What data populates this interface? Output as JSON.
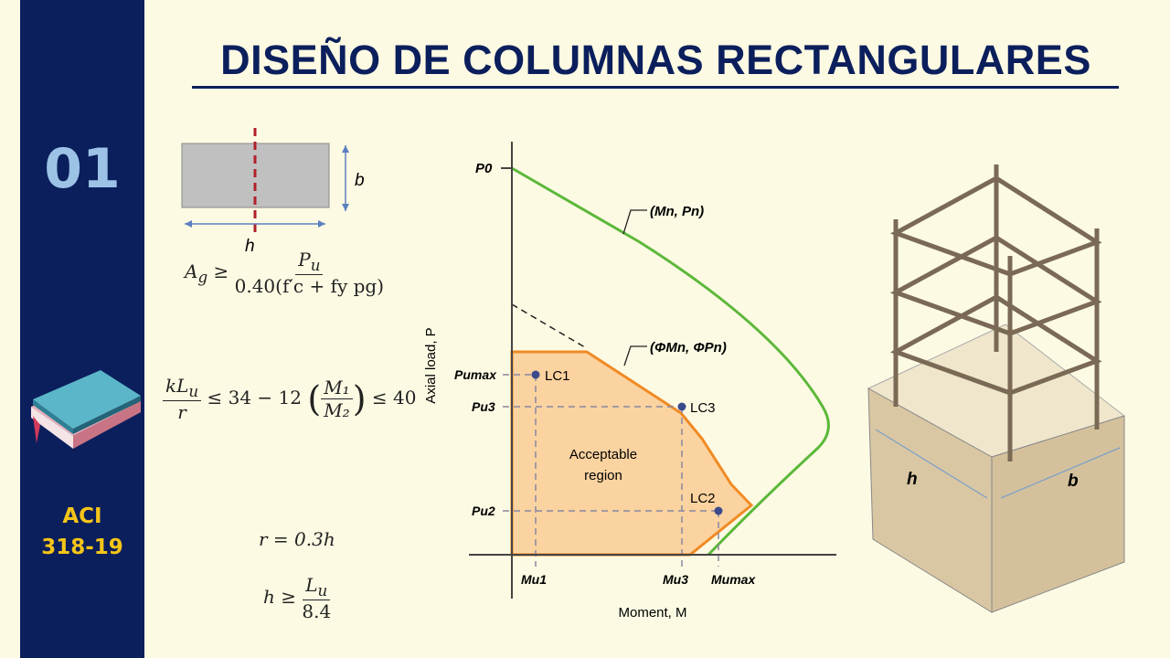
{
  "title": "DISEÑO DE COLUMNAS RECTANGULARES",
  "sidebar": {
    "number": "01",
    "icon": "book-icon",
    "code_line1": "ACI",
    "code_line2": "318-19"
  },
  "section": {
    "width_label": "h",
    "depth_label": "b"
  },
  "formulas": {
    "area": {
      "lhs": "A",
      "lhs_sub": "g",
      "op": "≥",
      "num": "P",
      "num_sub": "u",
      "den": "0.40(f′c + fy pg)"
    },
    "slenderness": {
      "num": "kL",
      "num_sub": "u",
      "den": "r",
      "rhs": "≤ 34 − 12",
      "ratio_num": "M₁",
      "ratio_den": "M₂",
      "limit": "≤ 40"
    },
    "radius": "r = 0.3h",
    "height": {
      "lhs": "h ≥",
      "num": "L",
      "num_sub": "u",
      "den": "8.4"
    }
  },
  "diagram": {
    "y_axis_label": "Axial load, P",
    "x_axis_label": "Moment, M",
    "p0": "P0",
    "nominal_curve_label": "(Mn, Pn)",
    "design_curve_label": "(ΦMn, ΦPn)",
    "region_label_1": "Acceptable",
    "region_label_2": "region",
    "p_labels": [
      "Pumax",
      "Pu3",
      "Pu2"
    ],
    "m_labels": [
      "Mu1",
      "Mu3",
      "Mumax"
    ],
    "load_cases": [
      "LC1",
      "LC3",
      "LC2"
    ],
    "colors": {
      "nominal": "#5cb83a",
      "design": "#f08a24",
      "region_fill": "#fbd3a0",
      "points": "#3b4a8c"
    }
  },
  "column_figure": {
    "h_label": "h",
    "b_label": "b"
  }
}
